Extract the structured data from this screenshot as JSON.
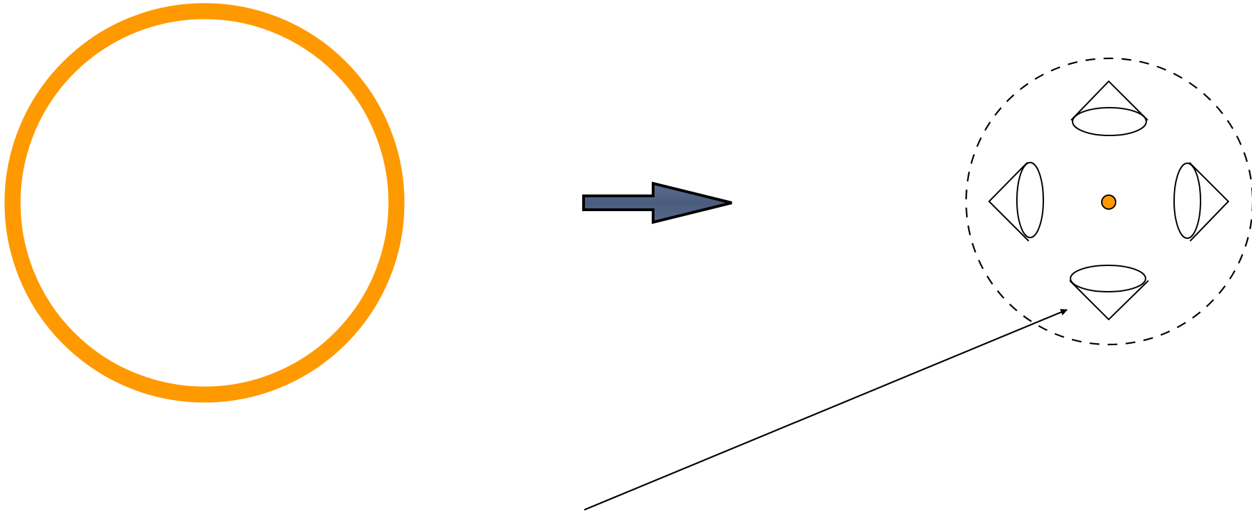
{
  "diagram": {
    "elements": [
      {
        "kind": "circle",
        "style": "solid-thick",
        "color": "#FF9900"
      },
      {
        "kind": "block-arrow",
        "direction": "right",
        "fill": "#4F6282",
        "stroke": "#000000"
      },
      {
        "kind": "circle",
        "style": "dashed",
        "color": "#000000",
        "contains": [
          "top-cone",
          "left-cone",
          "right-cone",
          "bottom-cone",
          "center-dot"
        ]
      },
      {
        "kind": "center-dot",
        "color": "#FF9900"
      },
      {
        "kind": "cone",
        "position": "top",
        "points": "up"
      },
      {
        "kind": "cone",
        "position": "left",
        "points": "left"
      },
      {
        "kind": "cone",
        "position": "right",
        "points": "right"
      },
      {
        "kind": "cone",
        "position": "bottom",
        "points": "down"
      },
      {
        "kind": "pointer-line",
        "color": "#000000",
        "points_to": "bottom-cone"
      }
    ],
    "colors": {
      "orange": "#FF9900",
      "arrow_fill": "#4F6282",
      "stroke": "#000000",
      "background": "#FFFFFF"
    }
  }
}
